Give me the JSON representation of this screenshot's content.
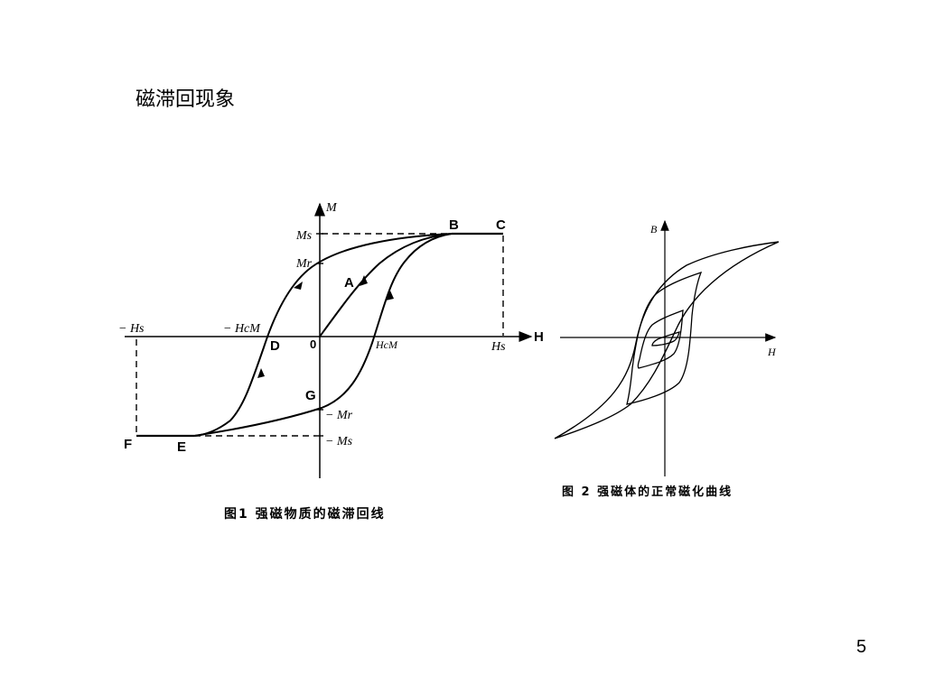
{
  "slide": {
    "title": "磁滞回现象",
    "page_number": "5"
  },
  "figure1": {
    "caption": "图1 强磁物质的磁滞回线",
    "labels": {
      "axis_m": "M",
      "axis_h": "H",
      "ms_top": "Ms",
      "mr_top": "Mr",
      "neg_hs": "− Hs",
      "neg_hcm": "− HcM",
      "origin": "0",
      "hcm": "HcM",
      "hs": "Hs",
      "mr_bottom": "− Mr",
      "ms_bottom": "− Ms",
      "point_a": "A",
      "point_b": "B",
      "point_c": "C",
      "point_d": "D",
      "point_e": "E",
      "point_f": "F",
      "point_g": "G"
    }
  },
  "figure2": {
    "caption": "图 2 强磁体的正常磁化曲线",
    "labels": {
      "axis_b": "B",
      "axis_h": "H"
    }
  }
}
